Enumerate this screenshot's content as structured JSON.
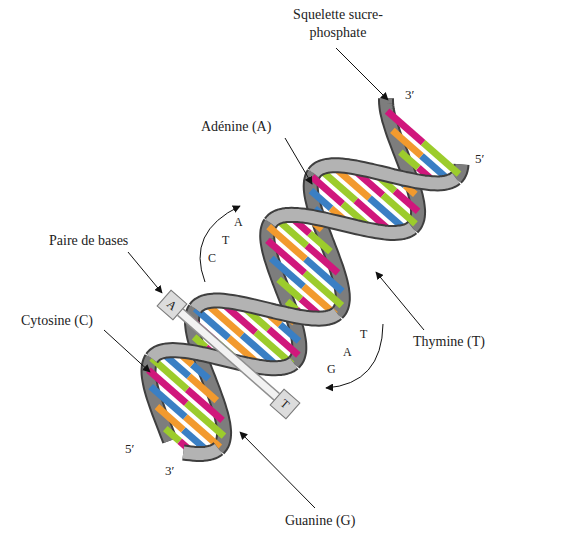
{
  "diagram": {
    "nodes": [
      {
        "text": [
          "A"
        ]
      },
      {
        "text": [
          "T"
        ]
      }
    ],
    "labels": [
      "Squelette sucre-phosphate",
      "3′",
      "Adénine (A)",
      "5′",
      "A",
      "T",
      "C",
      "Paire de bases",
      "Cytosine (C)",
      "T",
      "A",
      "G",
      "Thymine (T)",
      "5′",
      "3′",
      "Guanine (G)"
    ]
  }
}
